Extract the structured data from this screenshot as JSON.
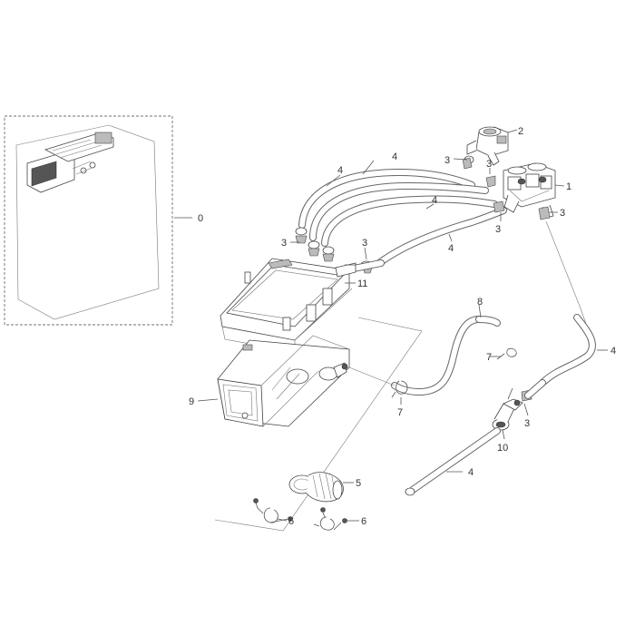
{
  "labels": {
    "l0": "0",
    "l1": "1",
    "l2": "2",
    "l3a": "3",
    "l3b": "3",
    "l3c": "3",
    "l3d": "3",
    "l3e": "3",
    "l3f": "3",
    "l3g": "3",
    "l4a": "4",
    "l4b": "4",
    "l4c": "4",
    "l4d": "4",
    "l4e": "4",
    "l4f": "4",
    "l5": "5",
    "l6a": "6",
    "l6b": "6",
    "l7a": "7",
    "l7b": "7",
    "l8": "8",
    "l9": "9",
    "l10": "10",
    "l11": "11"
  }
}
